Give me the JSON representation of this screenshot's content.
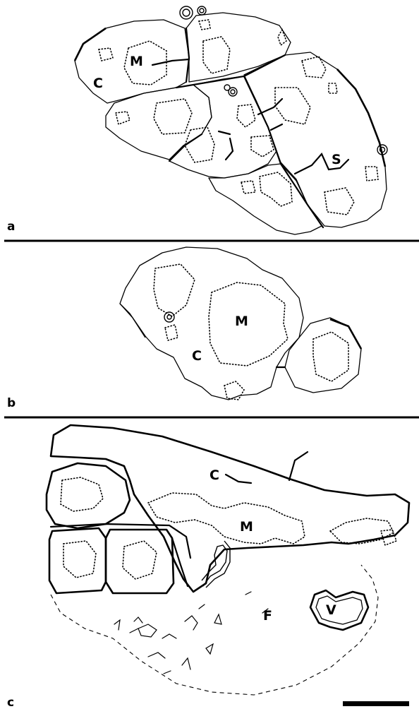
{
  "panels": [
    {
      "id": "a",
      "label": "a",
      "tissue_labels": {
        "cortex": "C",
        "medulla": "M",
        "septum": "S"
      }
    },
    {
      "id": "b",
      "label": "b",
      "tissue_labels": {
        "cortex": "C",
        "medulla": "M"
      }
    },
    {
      "id": "c",
      "label": "c",
      "tissue_labels": {
        "cortex": "C",
        "medulla": "M",
        "fat": "F",
        "vessel": "V"
      }
    }
  ]
}
